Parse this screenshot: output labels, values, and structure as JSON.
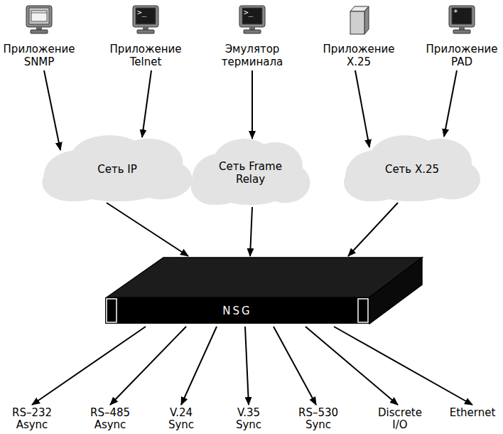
{
  "diagram": {
    "nodes": [
      {
        "text": [
          "Приложение SNMP"
        ]
      },
      {
        "text": [
          "Приложение Telnet"
        ]
      },
      {
        "text": [
          "Эмулятор терминала"
        ]
      },
      {
        "text": [
          "Приложение X.25"
        ]
      },
      {
        "text": [
          "Приложение PAD"
        ]
      },
      {
        "text": [
          "Сеть IP"
        ]
      },
      {
        "text": [
          "Сеть Frame Relay"
        ]
      },
      {
        "text": [
          "Сеть X.25"
        ]
      },
      {
        "text": [
          "NSG"
        ]
      },
      {
        "text": [
          "RS–232 Async"
        ]
      },
      {
        "text": [
          "RS–485 Async"
        ]
      },
      {
        "text": [
          "V.24 Sync"
        ]
      },
      {
        "text": [
          "V.35 Sync"
        ]
      },
      {
        "text": [
          "RS–530 Sync"
        ]
      },
      {
        "text": [
          "Discrete I/O"
        ]
      },
      {
        "text": [
          "Ethernet"
        ]
      }
    ],
    "edges": [
      {
        "from": 0,
        "to": 5,
        "arrow": "to"
      },
      {
        "from": 1,
        "to": 5,
        "arrow": "to"
      },
      {
        "from": 2,
        "to": 6,
        "arrow": "to"
      },
      {
        "from": 3,
        "to": 7,
        "arrow": "to"
      },
      {
        "from": 4,
        "to": 7,
        "arrow": "to"
      },
      {
        "from": 5,
        "to": 8,
        "arrow": "to"
      },
      {
        "from": 6,
        "to": 8,
        "arrow": "to"
      },
      {
        "from": 7,
        "to": 8,
        "arrow": "to"
      },
      {
        "from": 8,
        "to": 9,
        "arrow": "to"
      },
      {
        "from": 8,
        "to": 10,
        "arrow": "to"
      },
      {
        "from": 8,
        "to": 11,
        "arrow": "to"
      },
      {
        "from": 8,
        "to": 12,
        "arrow": "to"
      },
      {
        "from": 8,
        "to": 13,
        "arrow": "to"
      },
      {
        "from": 8,
        "to": 14,
        "arrow": "to"
      },
      {
        "from": 8,
        "to": 15,
        "arrow": "to"
      }
    ],
    "labels": [
      ">_",
      ">_",
      "*"
    ]
  }
}
